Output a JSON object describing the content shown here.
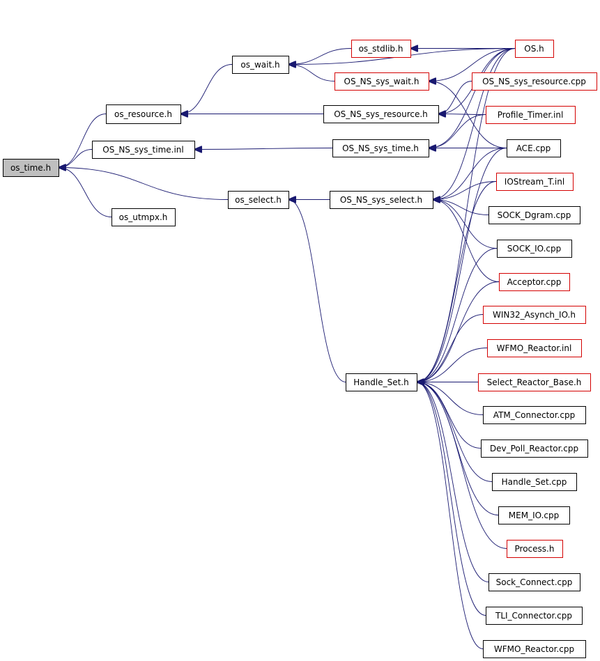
{
  "diagram": {
    "edge_color": "#191970",
    "border_default": "#000000",
    "border_highlight": "#d40000",
    "root_fill": "#bfbfbf",
    "nodes": [
      {
        "id": "os_time_h",
        "label": "os_time.h",
        "style": "root"
      },
      {
        "id": "os_resource_h",
        "label": "os_resource.h",
        "style": "black"
      },
      {
        "id": "os_ns_sys_time_inl",
        "label": "OS_NS_sys_time.inl",
        "style": "black"
      },
      {
        "id": "os_select_h",
        "label": "os_select.h",
        "style": "black"
      },
      {
        "id": "os_utmpx_h",
        "label": "os_utmpx.h",
        "style": "black"
      },
      {
        "id": "os_wait_h",
        "label": "os_wait.h",
        "style": "black"
      },
      {
        "id": "os_stdlib_h",
        "label": "os_stdlib.h",
        "style": "red"
      },
      {
        "id": "os_ns_sys_wait_h",
        "label": "OS_NS_sys_wait.h",
        "style": "red"
      },
      {
        "id": "os_ns_sys_resource_h",
        "label": "OS_NS_sys_resource.h",
        "style": "black"
      },
      {
        "id": "os_ns_sys_time_h",
        "label": "OS_NS_sys_time.h",
        "style": "black"
      },
      {
        "id": "os_ns_sys_select_h",
        "label": "OS_NS_sys_select.h",
        "style": "black"
      },
      {
        "id": "os_h",
        "label": "OS.h",
        "style": "red"
      },
      {
        "id": "os_ns_sys_resource_cpp",
        "label": "OS_NS_sys_resource.cpp",
        "style": "red"
      },
      {
        "id": "profile_timer_inl",
        "label": "Profile_Timer.inl",
        "style": "red"
      },
      {
        "id": "ace_cpp",
        "label": "ACE.cpp",
        "style": "black"
      },
      {
        "id": "iostream_t_inl",
        "label": "IOStream_T.inl",
        "style": "red"
      },
      {
        "id": "sock_dgram_cpp",
        "label": "SOCK_Dgram.cpp",
        "style": "black"
      },
      {
        "id": "sock_io_cpp",
        "label": "SOCK_IO.cpp",
        "style": "black"
      },
      {
        "id": "acceptor_cpp",
        "label": "Acceptor.cpp",
        "style": "red"
      },
      {
        "id": "win32_asynch_io_h",
        "label": "WIN32_Asynch_IO.h",
        "style": "red"
      },
      {
        "id": "wfmo_reactor_inl",
        "label": "WFMO_Reactor.inl",
        "style": "red"
      },
      {
        "id": "handle_set_h",
        "label": "Handle_Set.h",
        "style": "black"
      },
      {
        "id": "select_reactor_base_h",
        "label": "Select_Reactor_Base.h",
        "style": "red"
      },
      {
        "id": "atm_connector_cpp",
        "label": "ATM_Connector.cpp",
        "style": "black"
      },
      {
        "id": "dev_poll_reactor_cpp",
        "label": "Dev_Poll_Reactor.cpp",
        "style": "black"
      },
      {
        "id": "handle_set_cpp",
        "label": "Handle_Set.cpp",
        "style": "black"
      },
      {
        "id": "mem_io_cpp",
        "label": "MEM_IO.cpp",
        "style": "black"
      },
      {
        "id": "process_h",
        "label": "Process.h",
        "style": "red"
      },
      {
        "id": "sock_connect_cpp",
        "label": "Sock_Connect.cpp",
        "style": "black"
      },
      {
        "id": "tli_connector_cpp",
        "label": "TLI_Connector.cpp",
        "style": "black"
      },
      {
        "id": "wfmo_reactor_cpp",
        "label": "WFMO_Reactor.cpp",
        "style": "black"
      }
    ],
    "edges": [
      {
        "from": "os_resource_h",
        "to": "os_time_h"
      },
      {
        "from": "os_ns_sys_time_inl",
        "to": "os_time_h"
      },
      {
        "from": "os_select_h",
        "to": "os_time_h"
      },
      {
        "from": "os_utmpx_h",
        "to": "os_time_h"
      },
      {
        "from": "os_wait_h",
        "to": "os_resource_h"
      },
      {
        "from": "os_ns_sys_resource_h",
        "to": "os_resource_h"
      },
      {
        "from": "os_stdlib_h",
        "to": "os_wait_h"
      },
      {
        "from": "os_ns_sys_wait_h",
        "to": "os_wait_h"
      },
      {
        "from": "os_h",
        "to": "os_wait_h"
      },
      {
        "from": "os_h",
        "to": "os_stdlib_h"
      },
      {
        "from": "os_h",
        "to": "os_ns_sys_wait_h"
      },
      {
        "from": "os_h",
        "to": "os_ns_sys_resource_h"
      },
      {
        "from": "os_h",
        "to": "os_ns_sys_time_h"
      },
      {
        "from": "os_h",
        "to": "os_ns_sys_select_h"
      },
      {
        "from": "ace_cpp",
        "to": "os_ns_sys_wait_h"
      },
      {
        "from": "os_ns_sys_resource_cpp",
        "to": "os_ns_sys_resource_h"
      },
      {
        "from": "profile_timer_inl",
        "to": "os_ns_sys_resource_h"
      },
      {
        "from": "os_ns_sys_time_h",
        "to": "os_ns_sys_time_inl"
      },
      {
        "from": "ace_cpp",
        "to": "os_ns_sys_time_h"
      },
      {
        "from": "profile_timer_inl",
        "to": "os_ns_sys_time_h"
      },
      {
        "from": "os_ns_sys_select_h",
        "to": "os_select_h"
      },
      {
        "from": "handle_set_h",
        "to": "os_select_h"
      },
      {
        "from": "ace_cpp",
        "to": "os_ns_sys_select_h"
      },
      {
        "from": "iostream_t_inl",
        "to": "os_ns_sys_select_h"
      },
      {
        "from": "sock_dgram_cpp",
        "to": "os_ns_sys_select_h"
      },
      {
        "from": "sock_io_cpp",
        "to": "os_ns_sys_select_h"
      },
      {
        "from": "acceptor_cpp",
        "to": "os_ns_sys_select_h"
      },
      {
        "from": "os_h",
        "to": "handle_set_h"
      },
      {
        "from": "ace_cpp",
        "to": "handle_set_h"
      },
      {
        "from": "iostream_t_inl",
        "to": "handle_set_h"
      },
      {
        "from": "sock_io_cpp",
        "to": "handle_set_h"
      },
      {
        "from": "acceptor_cpp",
        "to": "handle_set_h"
      },
      {
        "from": "win32_asynch_io_h",
        "to": "handle_set_h"
      },
      {
        "from": "wfmo_reactor_inl",
        "to": "handle_set_h"
      },
      {
        "from": "select_reactor_base_h",
        "to": "handle_set_h"
      },
      {
        "from": "atm_connector_cpp",
        "to": "handle_set_h"
      },
      {
        "from": "dev_poll_reactor_cpp",
        "to": "handle_set_h"
      },
      {
        "from": "handle_set_cpp",
        "to": "handle_set_h"
      },
      {
        "from": "mem_io_cpp",
        "to": "handle_set_h"
      },
      {
        "from": "process_h",
        "to": "handle_set_h"
      },
      {
        "from": "sock_connect_cpp",
        "to": "handle_set_h"
      },
      {
        "from": "tli_connector_cpp",
        "to": "handle_set_h"
      },
      {
        "from": "wfmo_reactor_cpp",
        "to": "handle_set_h"
      }
    ]
  }
}
